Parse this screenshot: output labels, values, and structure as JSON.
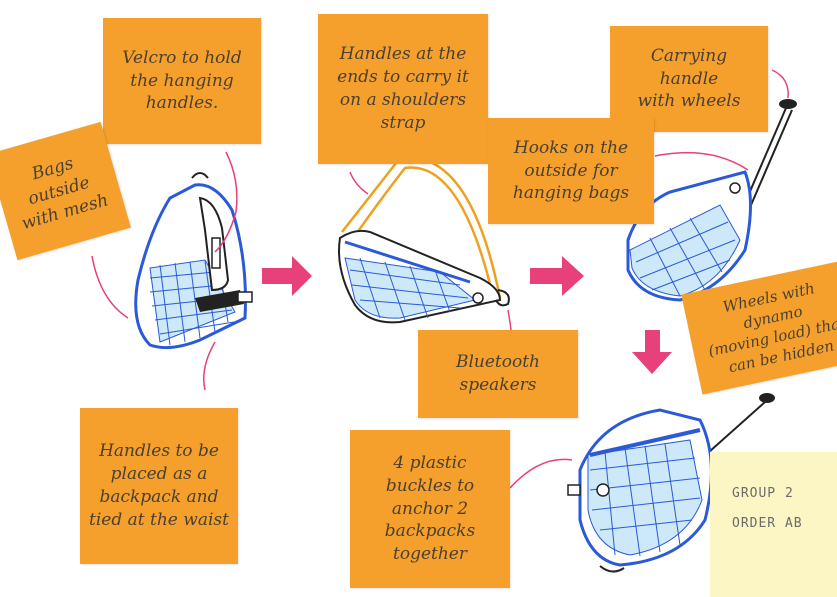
{
  "notes": {
    "velcro": "Velcro to hold\nthe hanging\nhandles.",
    "handles_ends": "Handles at the\nends to carry it\non a shoulders\nstrap",
    "carrying_handle": "Carrying\nhandle\nwith wheels",
    "hooks": "Hooks on the\noutside for\nhanging bags",
    "bags_outside": "Bags outside\nwith mesh",
    "wheels": "Wheels with dynamo\n(moving load) that\ncan be hidden",
    "bluetooth": "Bluetooth\nspeakers",
    "handles_backpack": "Handles to be\nplaced as a\nbackpack and\ntied at the waist",
    "buckles": "4 plastic\nbuckles to\nanchor 2\nbackpacks\ntogether"
  },
  "group_note": {
    "line1": "GROUP 2",
    "line2": "ORDER AB"
  },
  "colors": {
    "sticky_orange": "#f5a02c",
    "sticky_yellow": "#fbf6c4",
    "arrow_pink": "#e8407a",
    "bag_blue": "#2a5ad8",
    "mesh_blue": "#5fb6e8",
    "handle_orange": "#f0a020"
  }
}
